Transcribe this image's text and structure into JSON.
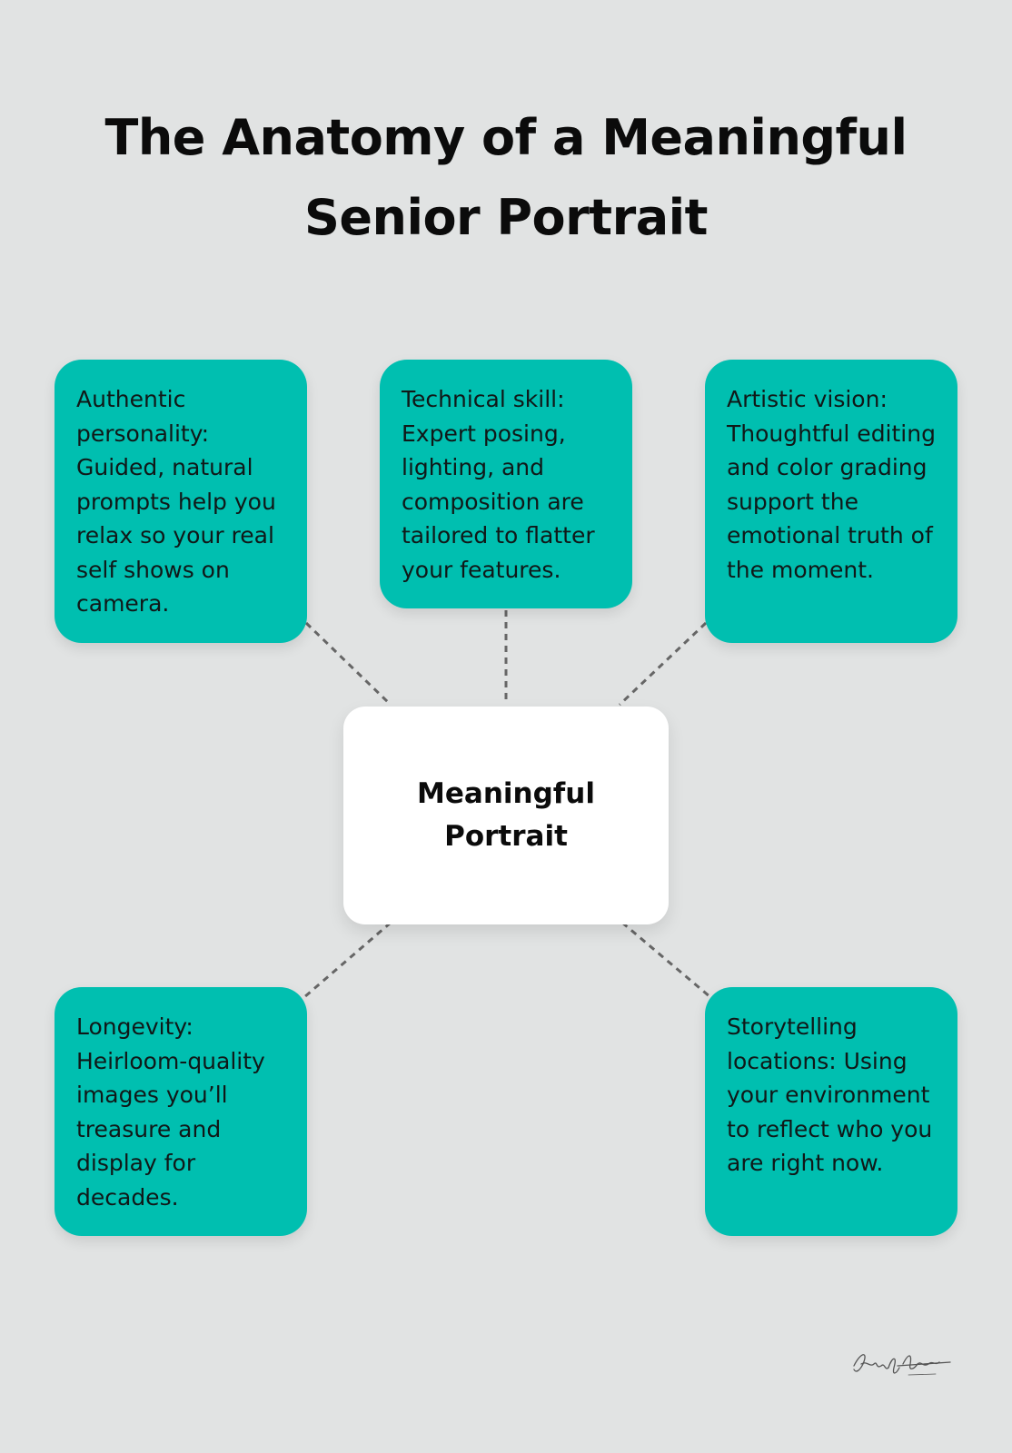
{
  "title": "The Anatomy of a Meaningful Senior Portrait",
  "center": {
    "label": "Meaningful Portrait"
  },
  "nodes": [
    {
      "text": "Authentic personality: Guided, natural prompts help you relax so your real self shows on camera."
    },
    {
      "text": "Technical skill: Expert posing, lighting, and composition are tailored to flatter your features."
    },
    {
      "text": "Artistic vision: Thoughtful editing and color grading support the emotional truth of the moment."
    },
    {
      "text": "Longevity: Heirloom-quality images you’ll treasure and display for decades."
    },
    {
      "text": "Storytelling locations: Using your environment to reflect who you are right now."
    }
  ],
  "colors": {
    "background": "#e1e3e3",
    "card": "#00bfb0",
    "center_card": "#ffffff",
    "connector": "#666666",
    "text": "#0b0b0b"
  },
  "icons": {
    "signature": "signature-logo"
  }
}
